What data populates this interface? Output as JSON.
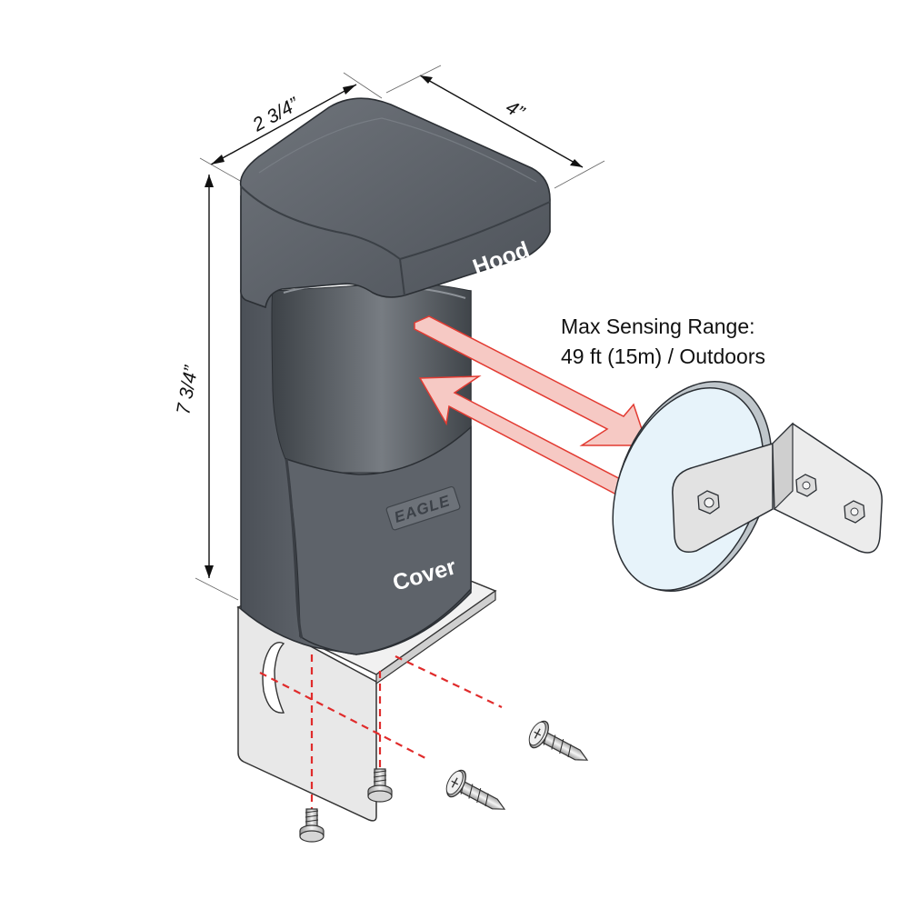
{
  "dimensions": {
    "width": "2 3/4”",
    "depth": "4”",
    "height": "7 3/4”"
  },
  "labels": {
    "hood": "Hood",
    "cover": "Cover",
    "brand": "EAGLE"
  },
  "range": {
    "line1": "Max Sensing Range:",
    "line2": "49 ft (15m) / Outdoors"
  },
  "colors": {
    "housing": "#5a5f66",
    "housing_dark": "#3f444a",
    "beam_fill": "#f6c9c4",
    "beam_stroke": "#e23b32",
    "reflector": "#e7f3fa",
    "bracket": "#e6e6e6",
    "guide_line": "#e02b2b"
  },
  "icons": [
    "screw-icon",
    "machine-screw-icon",
    "hex-bolt-icon"
  ]
}
